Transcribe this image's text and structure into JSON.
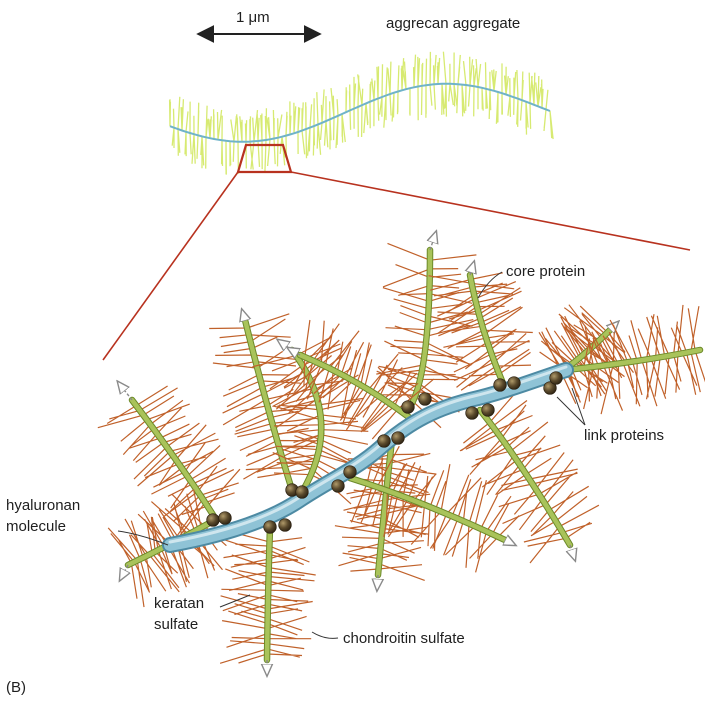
{
  "labels": {
    "scale": "1 μm",
    "aggregate": "aggrecan aggregate",
    "core_protein": "core protein",
    "link_proteins": "link proteins",
    "hyaluronan_line1": "hyaluronan",
    "hyaluronan_line2": "molecule",
    "keratan_line1": "keratan",
    "keratan_line2": "sulfate",
    "chondroitin": "chondroitin sulfate",
    "panel": "(B)"
  },
  "colors": {
    "hyaluronan": "#8fc3d6",
    "hyaluronan_edge": "#4d8aa3",
    "core_protein": "#a9c35a",
    "core_protein_edge": "#6c8a2a",
    "gag_chains": "#c0612a",
    "link_protein": "#5b4a2c",
    "zoom_box": "#b8321f",
    "aggregate_fibers": "#d7ea72",
    "aggregate_axis": "#6fb3c9"
  }
}
